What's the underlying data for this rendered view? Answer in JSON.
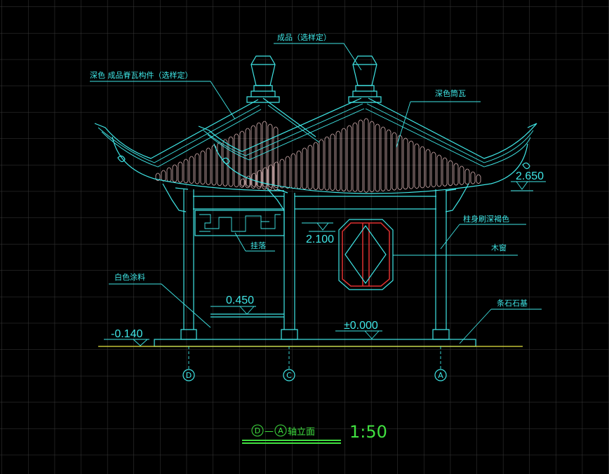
{
  "labels": {
    "finial": "成品（选样定）",
    "ridge_tile": "深色 成品脊瓦构件（选样定）",
    "barrel_tile": "深色筒瓦",
    "column_paint": "柱身刷深褐色",
    "wood_window": "木窗",
    "stone_base": "条石石基",
    "hanging_fascia": "挂落",
    "white_paint": "白色涂料"
  },
  "elevations": {
    "eave": "2.650",
    "lintel": "2.100",
    "bench": "0.450",
    "ground": "-0.140",
    "floor": "±0.000"
  },
  "axes": [
    "D",
    "C",
    "A"
  ],
  "title": {
    "axis_from": "D",
    "dash": "—",
    "axis_to": "A",
    "text": "轴立面",
    "scale": "1:50"
  },
  "colors": {
    "line": "#3fe6e6",
    "tile": "#d9b3b3",
    "window": "#e03030",
    "ground": "#e6e640",
    "title": "#40e040",
    "grid": "#3a3a3a"
  }
}
